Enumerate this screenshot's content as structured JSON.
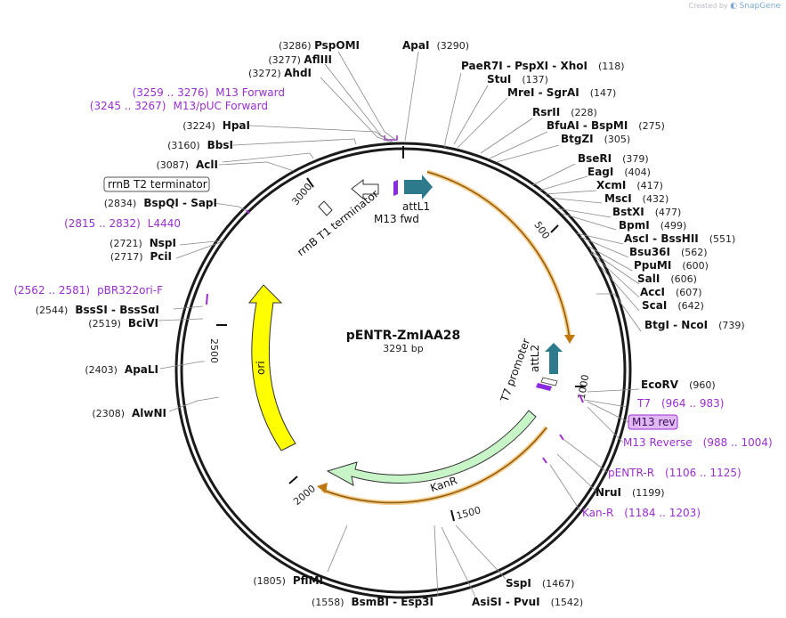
{
  "credit": {
    "prefix": "Created by",
    "brand": "SnapGene"
  },
  "plasmid": {
    "name": "pENTR-ZmIAA28",
    "length": "3291 bp"
  },
  "colors": {
    "backbone": "#1a1a1a",
    "primer": "#9a2fd0",
    "ori": "#ffff00",
    "kanr": "#c8f5c8",
    "orange": "#f0a020",
    "att": "#2c7a8c"
  },
  "ticks": [
    "500",
    "1000",
    "1500",
    "2000",
    "2500",
    "3000"
  ],
  "sites": [
    {
      "id": "apai",
      "lines": [
        {
          "enz": "ApaI",
          "pos": "(3290)"
        }
      ]
    },
    {
      "id": "pspomi",
      "lines": [
        {
          "enz": "PspOMI",
          "pos": "(3286)"
        }
      ]
    },
    {
      "id": "aflIII",
      "lines": [
        {
          "enz": "AflIII",
          "pos": "(3277)"
        }
      ]
    },
    {
      "id": "ahdi",
      "lines": [
        {
          "enz": "AhdI",
          "pos": "(3272)"
        }
      ]
    },
    {
      "id": "paer7i",
      "text": "PaeR7I  - PspXI  - XhoI",
      "pos": "(118)"
    },
    {
      "id": "stui",
      "text": "StuI",
      "pos": "(137)"
    },
    {
      "id": "mrei",
      "text": "MreI  - SgrAI",
      "pos": "(147)"
    },
    {
      "id": "rsrii",
      "text": "RsrII",
      "pos": "(228)"
    },
    {
      "id": "bfuai",
      "text": "BfuAI  - BspMI",
      "pos": "(275)"
    },
    {
      "id": "btgzi",
      "text": "BtgZI",
      "pos": "(305)"
    },
    {
      "id": "bseri",
      "text": "BseRI",
      "pos": "(379)"
    },
    {
      "id": "eagi",
      "text": "EagI",
      "pos": "(404)"
    },
    {
      "id": "xcmi",
      "text": "XcmI",
      "pos": "(417)"
    },
    {
      "id": "msci",
      "text": "MscI",
      "pos": "(432)"
    },
    {
      "id": "bstxi",
      "text": "BstXI",
      "pos": "(477)"
    },
    {
      "id": "bpmi",
      "text": "BpmI",
      "pos": "(499)"
    },
    {
      "id": "asci",
      "text": "AscI  - BssHII",
      "pos": "(551)"
    },
    {
      "id": "bsu36i",
      "text": "Bsu36I",
      "pos": "(562)"
    },
    {
      "id": "ppumi",
      "text": "PpuMI",
      "pos": "(600)"
    },
    {
      "id": "sali",
      "text": "SalI",
      "pos": "(606)"
    },
    {
      "id": "acci",
      "text": "AccI",
      "pos": "(607)"
    },
    {
      "id": "scai",
      "text": "ScaI",
      "pos": "(642)"
    },
    {
      "id": "btgi",
      "text": "BtgI  - NcoI",
      "pos": "(739)"
    },
    {
      "id": "ecorv",
      "text": "EcoRV",
      "pos": "(960)"
    },
    {
      "id": "nrui",
      "text": "NruI",
      "pos": "(1199)"
    },
    {
      "id": "sspi",
      "text": "SspI",
      "pos": "(1467)"
    },
    {
      "id": "asisi",
      "text": "AsiSI  - PvuI",
      "pos": "(1542)"
    },
    {
      "id": "bsmbi",
      "text": "BsmBI  - Esp3I",
      "pos": "(1558)"
    },
    {
      "id": "pflmi",
      "text": "PflMI",
      "pos": "(1805)"
    },
    {
      "id": "alwni",
      "text": "AlwNI",
      "pos": "(2308)"
    },
    {
      "id": "apali",
      "text": "ApaLI",
      "pos": "(2403)"
    },
    {
      "id": "bcivi",
      "text": "BciVI",
      "pos": "(2519)"
    },
    {
      "id": "bsssi",
      "text": "BssSI  - BssSαI",
      "pos": "(2544)"
    },
    {
      "id": "pcii",
      "text": "PciI",
      "pos": "(2717)"
    },
    {
      "id": "nspi",
      "text": "NspI",
      "pos": "(2721)"
    },
    {
      "id": "bspqi",
      "text": "BspQI  - SapI",
      "pos": "(2834)"
    },
    {
      "id": "acii",
      "text": "AclI",
      "pos": "(3087)"
    },
    {
      "id": "bbsi",
      "text": "BbsI",
      "pos": "(3160)"
    },
    {
      "id": "hpai",
      "text": "HpaI",
      "pos": "(3224)"
    }
  ],
  "primers": [
    {
      "id": "m13fwd",
      "text": "M13 Forward",
      "pos": "(3259 .. 3276)"
    },
    {
      "id": "m13puc",
      "text": "M13/pUC Forward",
      "pos": "(3245 .. 3267)"
    },
    {
      "id": "l4440",
      "text": "L4440",
      "pos": "(2815 .. 2832)"
    },
    {
      "id": "pbr322",
      "text": "pBR322ori-F",
      "pos": "(2562 .. 2581)"
    },
    {
      "id": "t7",
      "text": "T7",
      "pos": "(964 .. 983)"
    },
    {
      "id": "m13rev",
      "text": "M13 rev"
    },
    {
      "id": "m13reverse",
      "text": "M13 Reverse",
      "pos": "(988 .. 1004)"
    },
    {
      "id": "pentrr",
      "text": "pENTR-R",
      "pos": "(1106 .. 1125)"
    },
    {
      "id": "kanr_p",
      "text": "Kan-R",
      "pos": "(1184 .. 1203)"
    }
  ],
  "features": {
    "rrnb_t2": "rrnB T2 terminator",
    "rrnb_t1": "rrnB T1 terminator",
    "attl1": "attL1",
    "m13fwd": "M13 fwd",
    "attl2": "attL2",
    "t7promoter": "T7 promoter",
    "ori": "ori",
    "kanr": "KanR"
  }
}
